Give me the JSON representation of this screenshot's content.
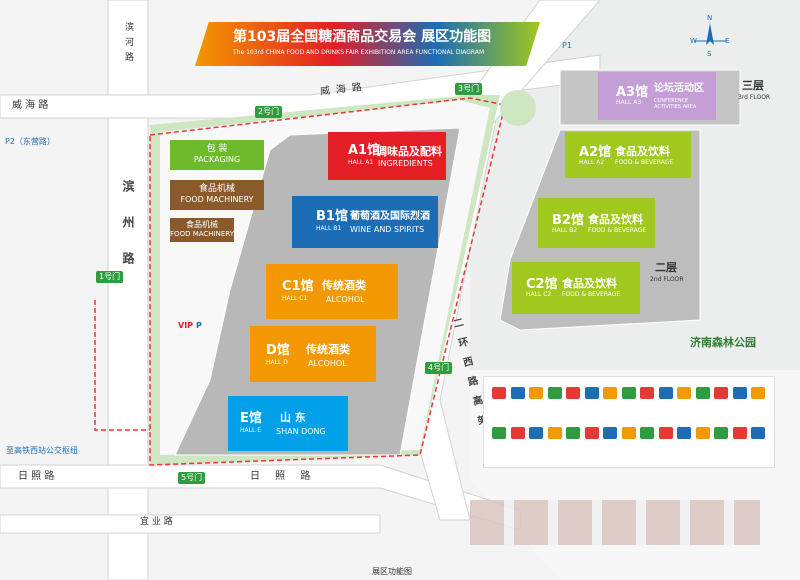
{
  "title": {
    "zh": "第103届全国糖酒商品交易会  展区功能图",
    "en": "The 103rd CHINA FOOD AND DRINKS FAIR EXHIBITION AREA FUNCTIONAL DIAGRAM"
  },
  "compass": {
    "n": "N",
    "s": "S",
    "e": "E",
    "w": "W"
  },
  "roads": {
    "binhe": "滨河路",
    "weihai": "威海路",
    "weihai_left": "威 海 路",
    "binzhou": "滨州路",
    "rizhao": "日 照 路",
    "rizhao_left": "日 照 路",
    "yiye": "宜 业 路",
    "erhuan": "二环西路高架"
  },
  "gates": {
    "g1": "1号门",
    "g2": "2号门",
    "g3": "3号门",
    "g4": "4号门",
    "g5": "5号门"
  },
  "parking": {
    "p1": "P1",
    "p2": "P2（东营路）",
    "vip": "VIP",
    "p": "P"
  },
  "zones": {
    "packaging_zh": "包 装",
    "packaging_en": "PACKAGING",
    "machinery1_zh": "食品机械",
    "machinery1_en": "FOOD MACHINERY",
    "machinery2_zh": "食品机械",
    "machinery2_en": "FOOD MACHINERY"
  },
  "halls": [
    {
      "code": "A1馆",
      "sub": "HALL A1",
      "zh": "调味品及配料",
      "en": "INGREDIENTS",
      "color": "#e31e24"
    },
    {
      "code": "B1馆",
      "sub": "HALL B1",
      "zh": "葡萄酒及国际烈酒",
      "en": "WINE AND SPIRITS",
      "color": "#1c6db5"
    },
    {
      "code": "C1馆",
      "sub": "HALL C1",
      "zh": "传统酒类",
      "en": "ALCOHOL",
      "color": "#f39800"
    },
    {
      "code": "D馆",
      "sub": "HALL D",
      "zh": "传统酒类",
      "en": "ALCOHOL",
      "color": "#f39800"
    },
    {
      "code": "E馆",
      "sub": "HALL E",
      "zh": "山 东",
      "en": "SHAN DONG",
      "color": "#00a0e9"
    },
    {
      "code": "A2馆",
      "sub": "HALL A2",
      "zh": "食品及饮料",
      "en": "FOOD & BEVERAGE",
      "color": "#a0c81e"
    },
    {
      "code": "B2馆",
      "sub": "HALL B2",
      "zh": "食品及饮料",
      "en": "FOOD & BEVERAGE",
      "color": "#a0c81e"
    },
    {
      "code": "C2馆",
      "sub": "HALL C2",
      "zh": "食品及饮料",
      "en": "FOOD & BEVERAGE",
      "color": "#a0c81e"
    },
    {
      "code": "A3馆",
      "sub": "HALL A3",
      "zh": "论坛活动区",
      "en": "CONFERENCE ACTIVITIES AREA",
      "color": "#c39fd6"
    }
  ],
  "floors": {
    "third_zh": "三层",
    "third_en": "3rd FLOOR",
    "second_zh": "二层",
    "second_en": "2nd FLOOR"
  },
  "places": {
    "park": "济南森林公园",
    "bus": "至高铁西站公交枢纽"
  },
  "footer": "展区功能图",
  "legend_icons": [
    "restroom-icon",
    "accessible-icon",
    "info-icon",
    "baby-icon",
    "first-aid-icon",
    "atm-icon",
    "food-icon",
    "luggage-icon",
    "bus-icon",
    "parking-icon",
    "elevator-icon",
    "escalator-icon",
    "fire-icon",
    "exit-icon",
    "stairs-icon",
    "ticket-icon",
    "registration-icon",
    "press-icon",
    "shop-icon",
    "media-icon",
    "security-icon",
    "vip-icon",
    "drink-icon",
    "taxi-icon",
    "no-smoking-icon",
    "police-icon",
    "lost-found-icon",
    "wifi-icon",
    "charging-icon",
    "green-exit-icon"
  ]
}
